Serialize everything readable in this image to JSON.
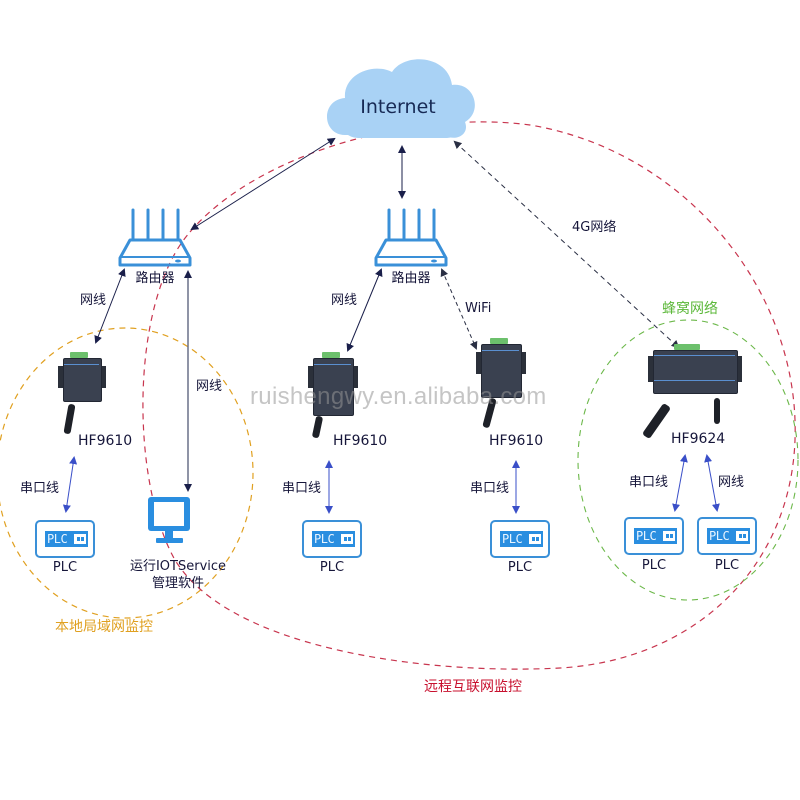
{
  "cloud": {
    "label": "Internet",
    "color": "#a9d2f5"
  },
  "routers": [
    {
      "label": "路由器"
    },
    {
      "label": "路由器"
    }
  ],
  "links": {
    "left_router_to_device": "网线",
    "left_router_to_pc": "网线",
    "center_router_to_device": "网线",
    "center_router_wifi": "WiFi",
    "cloud_to_4g": "4G网络"
  },
  "devices": [
    {
      "model": "HF9610",
      "serial_label": "串口线",
      "plc_label": "PLC"
    },
    {
      "model": "HF9610",
      "serial_label": "串口线",
      "plc_label": "PLC"
    },
    {
      "model": "HF9610",
      "serial_label": "串口线",
      "plc_label": "PLC"
    },
    {
      "model": "HF9624",
      "links": [
        {
          "label": "串口线",
          "plc_label": "PLC"
        },
        {
          "label": "网线",
          "plc_label": "PLC"
        }
      ]
    }
  ],
  "plc_icon_text": "PLC",
  "pc": {
    "label_line1": "运行IOTService",
    "label_line2": "管理软件"
  },
  "zones": {
    "local": {
      "label": "本地局域网监控",
      "color": "#e0a020"
    },
    "remote": {
      "label": "远程互联网监控",
      "color": "#c8102e"
    },
    "cellular": {
      "label": "蜂窝网络",
      "color": "#5cb83a"
    }
  },
  "watermark": "ruishengwy.en.alibaba.com",
  "colors": {
    "icon_blue": "#3a90d8",
    "arrow_dark": "#1a1f4a",
    "arrow_blue": "#3a4fc8",
    "arrow_gray": "#6a7088"
  }
}
